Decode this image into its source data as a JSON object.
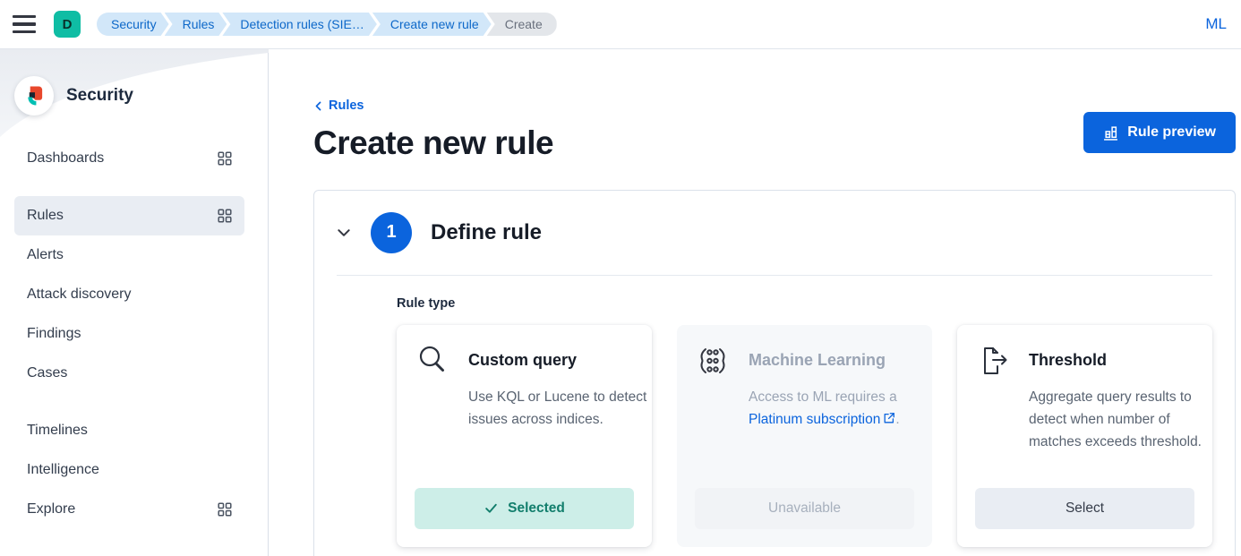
{
  "topbar": {
    "space_badge": "D",
    "breadcrumbs": [
      {
        "label": "Security"
      },
      {
        "label": "Rules"
      },
      {
        "label": "Detection rules (SIE…"
      },
      {
        "label": "Create new rule"
      },
      {
        "label": "Create"
      }
    ],
    "right_link": "ML"
  },
  "sidebar": {
    "title": "Security",
    "items": [
      {
        "label": "Dashboards"
      },
      {
        "label": "Rules"
      },
      {
        "label": "Alerts"
      },
      {
        "label": "Attack discovery"
      },
      {
        "label": "Findings"
      },
      {
        "label": "Cases"
      },
      {
        "label": "Timelines"
      },
      {
        "label": "Intelligence"
      },
      {
        "label": "Explore"
      }
    ]
  },
  "main": {
    "back_link": "Rules",
    "page_title": "Create new rule",
    "rule_preview_button": "Rule preview",
    "step": {
      "number": "1",
      "title": "Define rule",
      "field_label": "Rule type"
    },
    "cards": [
      {
        "title": "Custom query",
        "description": "Use KQL or Lucene to detect issues across indices.",
        "button": "Selected"
      },
      {
        "title": "Machine Learning",
        "description_prefix": "Access to ML requires a ",
        "link": "Platinum subscription",
        "description_suffix": ".",
        "button": "Unavailable"
      },
      {
        "title": "Threshold",
        "description": "Aggregate query results to detect when number of matches exceeds threshold.",
        "button": "Select"
      }
    ]
  },
  "colors": {
    "primary": "#0b64dd",
    "breadcrumb_bg": "#d2e7f9",
    "breadcrumb_text": "#0d68c9",
    "breadcrumb_last_bg": "#e3e6ea",
    "space_badge_bg": "#0fbda4",
    "selected_nav_bg": "#e9edf3",
    "success_btn_bg": "#cdeee8",
    "success_btn_text": "#127e6c",
    "disabled_card_bg": "#f6f8fa",
    "neutral_btn_bg": "#e9edf3"
  }
}
